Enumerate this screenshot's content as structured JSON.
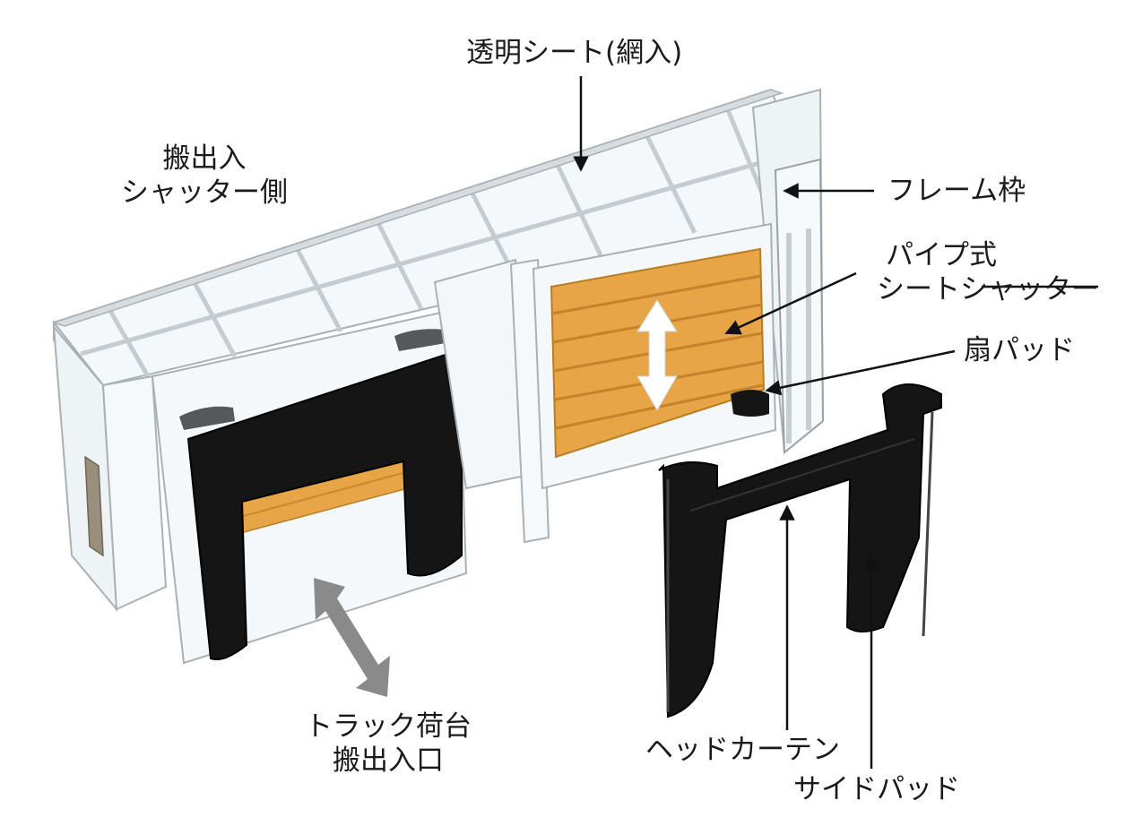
{
  "labels": {
    "transparent_sheet": "透明シート(網入)",
    "shutter_side_line1": "搬出入",
    "shutter_side_line2": "シャッター側",
    "frame": "フレーム枠",
    "pipe_shutter_line1": "パイプ式",
    "pipe_shutter_line2": "シートシャッター",
    "fan_pad": "扇パッド",
    "truck_line1": "トラック荷台",
    "truck_line2": "搬出入口",
    "head_curtain": "ヘッドカーテン",
    "side_pad": "サイドパッド"
  },
  "colors": {
    "shutter": "#e8a545",
    "pad": "#151515",
    "frame": "#bfc6cb",
    "glass": "#f3f7fa",
    "move_arrow": "#8a8a8a"
  }
}
